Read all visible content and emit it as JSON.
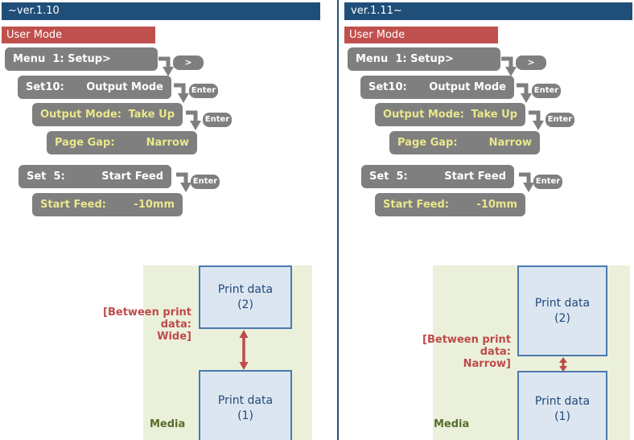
{
  "keys": {
    "next": ">",
    "enter": "Enter"
  },
  "columns": [
    {
      "version": "~ver.1.10",
      "user_mode": "User Mode",
      "steps": [
        {
          "left": "Menu  1: Setup>",
          "right": ""
        },
        {
          "left": "Set10:",
          "right": "Output Mode"
        },
        {
          "left": "Output Mode:",
          "right": "Take Up"
        },
        {
          "left": "Page Gap:",
          "right": "Narrow"
        },
        {
          "left": "Set  5:",
          "right": "Start Feed"
        },
        {
          "left": "Start Feed:",
          "right": "-10mm"
        }
      ],
      "diagram": {
        "gap_label_line1": "[Between print data:",
        "gap_label_line2": "Wide]",
        "media_label": "Media",
        "print_box_top_line1": "Print data",
        "print_box_top_line2": "(2)",
        "print_box_bottom_line1": "Print data",
        "print_box_bottom_line2": "(1)"
      }
    },
    {
      "version": "ver.1.11~",
      "user_mode": "User Mode",
      "steps": [
        {
          "left": "Menu  1: Setup>",
          "right": ""
        },
        {
          "left": "Set10:",
          "right": "Output Mode"
        },
        {
          "left": "Output Mode:",
          "right": "Take Up"
        },
        {
          "left": "Page Gap:",
          "right": "Narrow"
        },
        {
          "left": "Set  5:",
          "right": "Start Feed"
        },
        {
          "left": "Start Feed:",
          "right": "-10mm"
        }
      ],
      "diagram": {
        "gap_label_line1": "[Between print data:",
        "gap_label_line2": "Narrow]",
        "media_label": "Media",
        "print_box_top_line1": "Print data",
        "print_box_top_line2": "(2)",
        "print_box_bottom_line1": "Print data",
        "print_box_bottom_line2": "(1)"
      }
    }
  ],
  "colors": {
    "header_navy": "#1F4E79",
    "user_mode_red": "#C0504D",
    "lcd_gray": "#7F7F7F",
    "lcd_value_yellow": "#E8E78C",
    "media_green_bg": "#EBF0DB",
    "media_label_olive": "#566E28",
    "print_box_bg": "#DCE6F1",
    "print_box_border": "#4B79AE",
    "print_box_text": "#1F4979",
    "gap_red": "#BE4B48"
  }
}
